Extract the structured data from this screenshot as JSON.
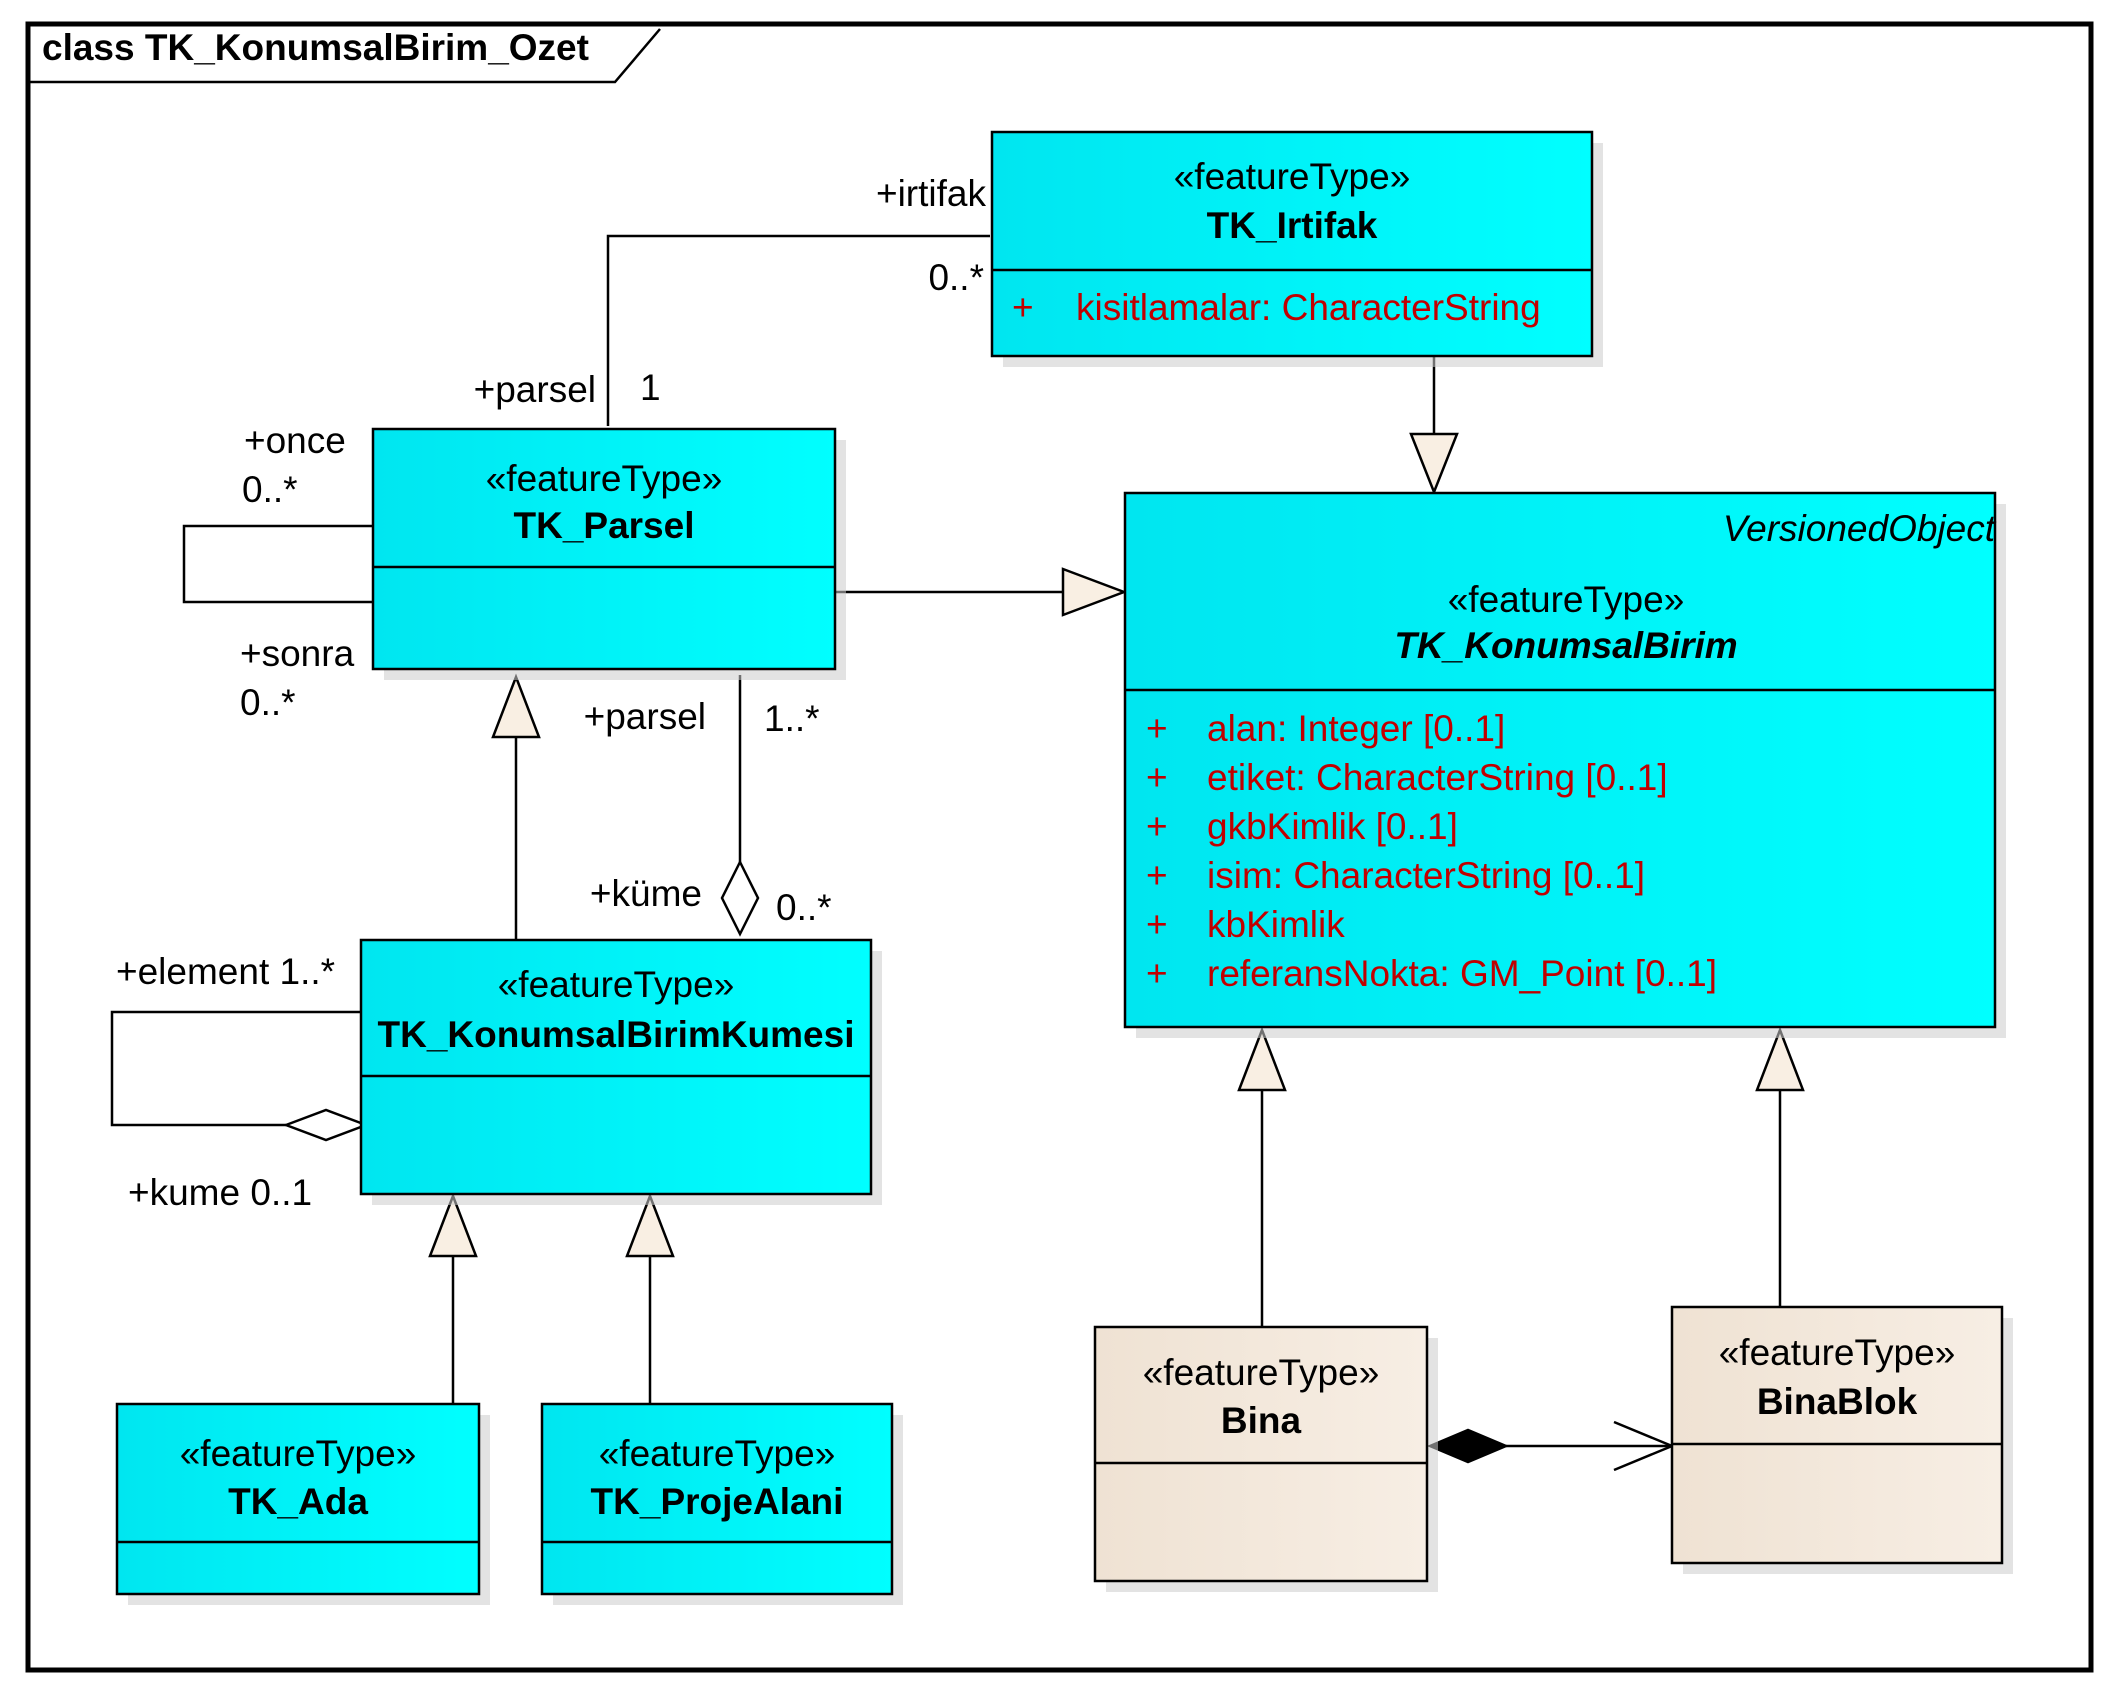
{
  "frame": {
    "title": "class TK_KonumsalBirim_Ozet"
  },
  "colors": {
    "feature_fill": "#00ffff",
    "building_fill": "#f2e6d9",
    "attribute_text": "#c00000",
    "line": "#000000"
  },
  "classes": {
    "irtifak": {
      "stereotype": "«featureType»",
      "name": "TK_Irtifak",
      "attributes": [
        {
          "vis": "+",
          "text": "kisitlamalar:  CharacterString"
        }
      ]
    },
    "parsel": {
      "stereotype": "«featureType»",
      "name": "TK_Parsel"
    },
    "konumsal": {
      "superclass_note": "VersionedObject",
      "stereotype": "«featureType»",
      "name": "TK_KonumsalBirim",
      "attributes": [
        {
          "vis": "+",
          "text": "alan:  Integer [0..1]"
        },
        {
          "vis": "+",
          "text": "etiket:  CharacterString [0..1]"
        },
        {
          "vis": "+",
          "text": "gkbKimlik [0..1]"
        },
        {
          "vis": "+",
          "text": "isim:  CharacterString [0..1]"
        },
        {
          "vis": "+",
          "text": "kbKimlik"
        },
        {
          "vis": "+",
          "text": "referansNokta:  GM_Point [0..1]"
        }
      ]
    },
    "kumesi": {
      "stereotype": "«featureType»",
      "name": "TK_KonumsalBirimKumesi"
    },
    "ada": {
      "stereotype": "«featureType»",
      "name": "TK_Ada"
    },
    "proje": {
      "stereotype": "«featureType»",
      "name": "TK_ProjeAlani"
    },
    "bina": {
      "stereotype": "«featureType»",
      "name": "Bina"
    },
    "binablok": {
      "stereotype": "«featureType»",
      "name": "BinaBlok"
    }
  },
  "roles": {
    "irtifak_role": "+irtifak",
    "irtifak_mult": "0..*",
    "parsel_role_top": "+parsel",
    "parsel_mult_top": "1",
    "once_role": "+once",
    "once_mult": "0..*",
    "sonra_role": "+sonra",
    "sonra_mult": "0..*",
    "parsel_role_bottom": "+parsel",
    "parsel_mult_bottom": "1..*",
    "kume_role": "+küme",
    "kume_mult": "0..*",
    "element_role": "+element 1..*",
    "kume01_role": "+kume 0..1"
  }
}
